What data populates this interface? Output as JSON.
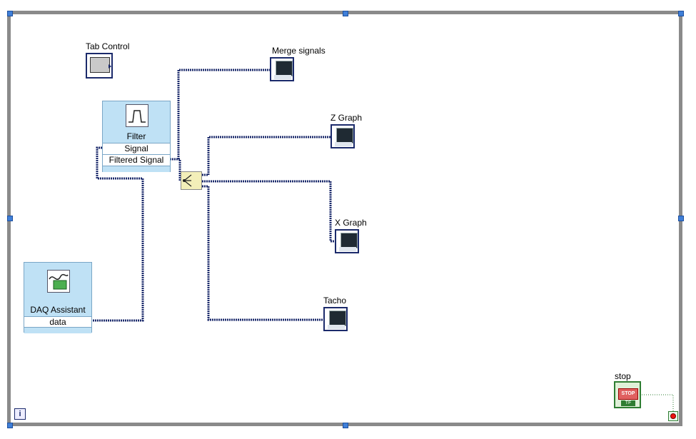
{
  "loop": {
    "iteration_label": "i"
  },
  "tab_control": {
    "label": "Tab Control"
  },
  "filter": {
    "title": "Filter",
    "input_terminal": "Signal",
    "output_terminal": "Filtered Signal"
  },
  "daq": {
    "title": "DAQ Assistant",
    "output_terminal": "data"
  },
  "indicators": {
    "merge": "Merge signals",
    "z_graph": "Z Graph",
    "x_graph": "X Graph",
    "tacho": "Tacho"
  },
  "stop": {
    "label": "stop",
    "button_text": "STOP",
    "tf_text": "TF"
  },
  "colors": {
    "wire": "#1b2a6b",
    "loop_border": "#8a8a8a",
    "express_vi": "#bfe1f5",
    "stop_green": "#2e7d32"
  }
}
